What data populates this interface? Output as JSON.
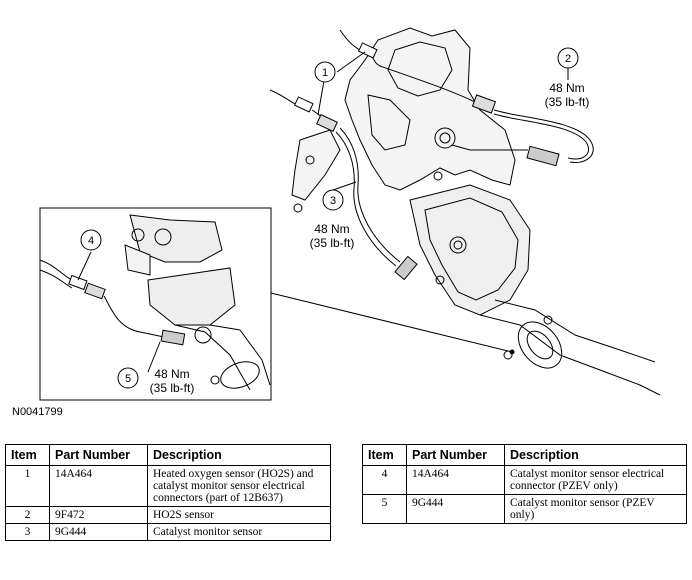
{
  "figure_id": "N0041799",
  "callouts": [
    {
      "num": "1"
    },
    {
      "num": "2",
      "torque_nm": "48 Nm",
      "torque_lbft": "(35 lb-ft)"
    },
    {
      "num": "3",
      "torque_nm": "48 Nm",
      "torque_lbft": "(35 lb-ft)"
    },
    {
      "num": "4"
    },
    {
      "num": "5",
      "torque_nm": "48 Nm",
      "torque_lbft": "(35 lb-ft)"
    }
  ],
  "table_headers": {
    "item": "Item",
    "part": "Part Number",
    "desc": "Description"
  },
  "table_left": [
    {
      "item": "1",
      "part": "14A464",
      "desc": "Heated oxygen sensor (HO2S) and catalyst monitor sensor electrical connectors (part of 12B637)"
    },
    {
      "item": "2",
      "part": "9F472",
      "desc": "HO2S sensor"
    },
    {
      "item": "3",
      "part": "9G444",
      "desc": "Catalyst monitor sensor"
    }
  ],
  "table_right": [
    {
      "item": "4",
      "part": "14A464",
      "desc": "Catalyst monitor sensor electrical connector (PZEV only)"
    },
    {
      "item": "5",
      "part": "9G444",
      "desc": "Catalyst monitor sensor (PZEV only)"
    }
  ]
}
